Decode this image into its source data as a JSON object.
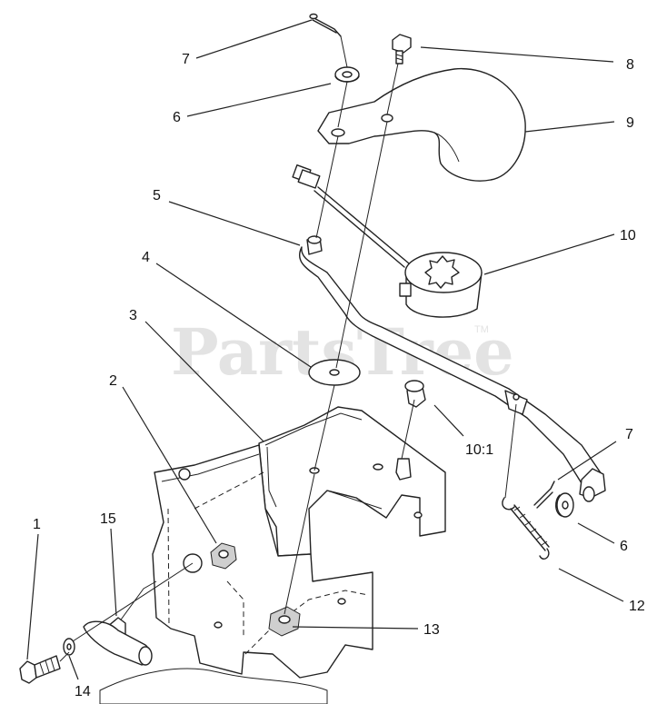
{
  "watermark": {
    "text": "PartsTree",
    "tm": "TM"
  },
  "callouts": [
    {
      "id": "c1",
      "label": "1"
    },
    {
      "id": "c2",
      "label": "2"
    },
    {
      "id": "c3",
      "label": "3"
    },
    {
      "id": "c4",
      "label": "4"
    },
    {
      "id": "c5",
      "label": "5"
    },
    {
      "id": "c6a",
      "label": "6"
    },
    {
      "id": "c6b",
      "label": "6"
    },
    {
      "id": "c7a",
      "label": "7"
    },
    {
      "id": "c7b",
      "label": "7"
    },
    {
      "id": "c8",
      "label": "8"
    },
    {
      "id": "c9",
      "label": "9"
    },
    {
      "id": "c10",
      "label": "10"
    },
    {
      "id": "c101",
      "label": "10:1"
    },
    {
      "id": "c12",
      "label": "12"
    },
    {
      "id": "c13",
      "label": "13"
    },
    {
      "id": "c14",
      "label": "14"
    },
    {
      "id": "c15",
      "label": "15"
    }
  ]
}
